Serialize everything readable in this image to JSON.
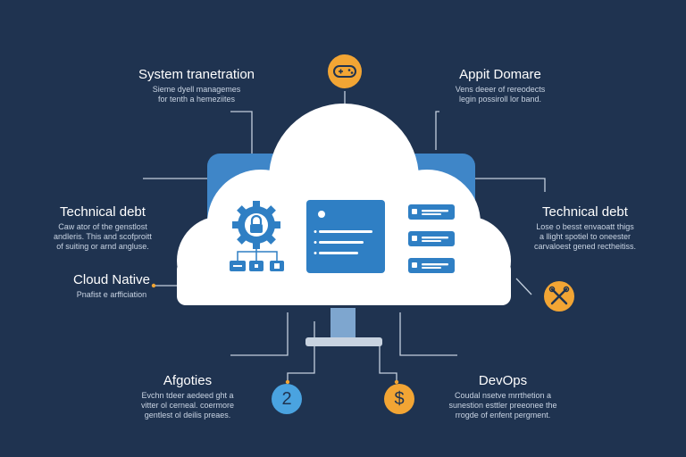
{
  "colors": {
    "background": "#1f3350",
    "cloud": "#ffffff",
    "accent_blue": "#2f7fc4",
    "monitor_blue": "#3f86c8",
    "accent_orange": "#f2a534",
    "line": "#c3cfdd"
  },
  "labels": {
    "top_left": {
      "title": "System tranetration",
      "desc": "Sieme dyell managemes\nfor tenth a hemeziites"
    },
    "top_right": {
      "title": "Appit Domare",
      "desc": "Vens deeer of rereodects\nlegin possiroll lor band."
    },
    "mid_left": {
      "title": "Technical debt",
      "desc": "Caw ator of the genstlost\nandleris. This and scofproitt\nof suiting or arnd angluse."
    },
    "mid_right": {
      "title": "Technical debt",
      "desc": "Lose o besst envaoatt thigs\na llight spotiel to oneester\ncarvaloest gened rectheitiss."
    },
    "cloud_native": {
      "title": "Cloud Native",
      "desc": "Pnafist e arfficiation"
    },
    "bottom_left": {
      "title": "Afgoties",
      "desc": "Evchn tdeer aedeed ght a\nvitter ol cerneal. coermore\ngentlest ol deilis preaes."
    },
    "bottom_right": {
      "title": "DevOps",
      "desc": "Coudal nsetve mrrthetion a\nsunestion esttler preeonee the\nrrogde of enfent pergment."
    }
  },
  "icons": {
    "top_center": "gamepad-icon",
    "right": "tools-icon",
    "bottom_left": "number-2-icon",
    "bottom_right": "dollar-icon",
    "cloud_gear": "gear-lock-icon"
  },
  "glyphs": {
    "bottom_left": "2",
    "bottom_right": "$"
  }
}
